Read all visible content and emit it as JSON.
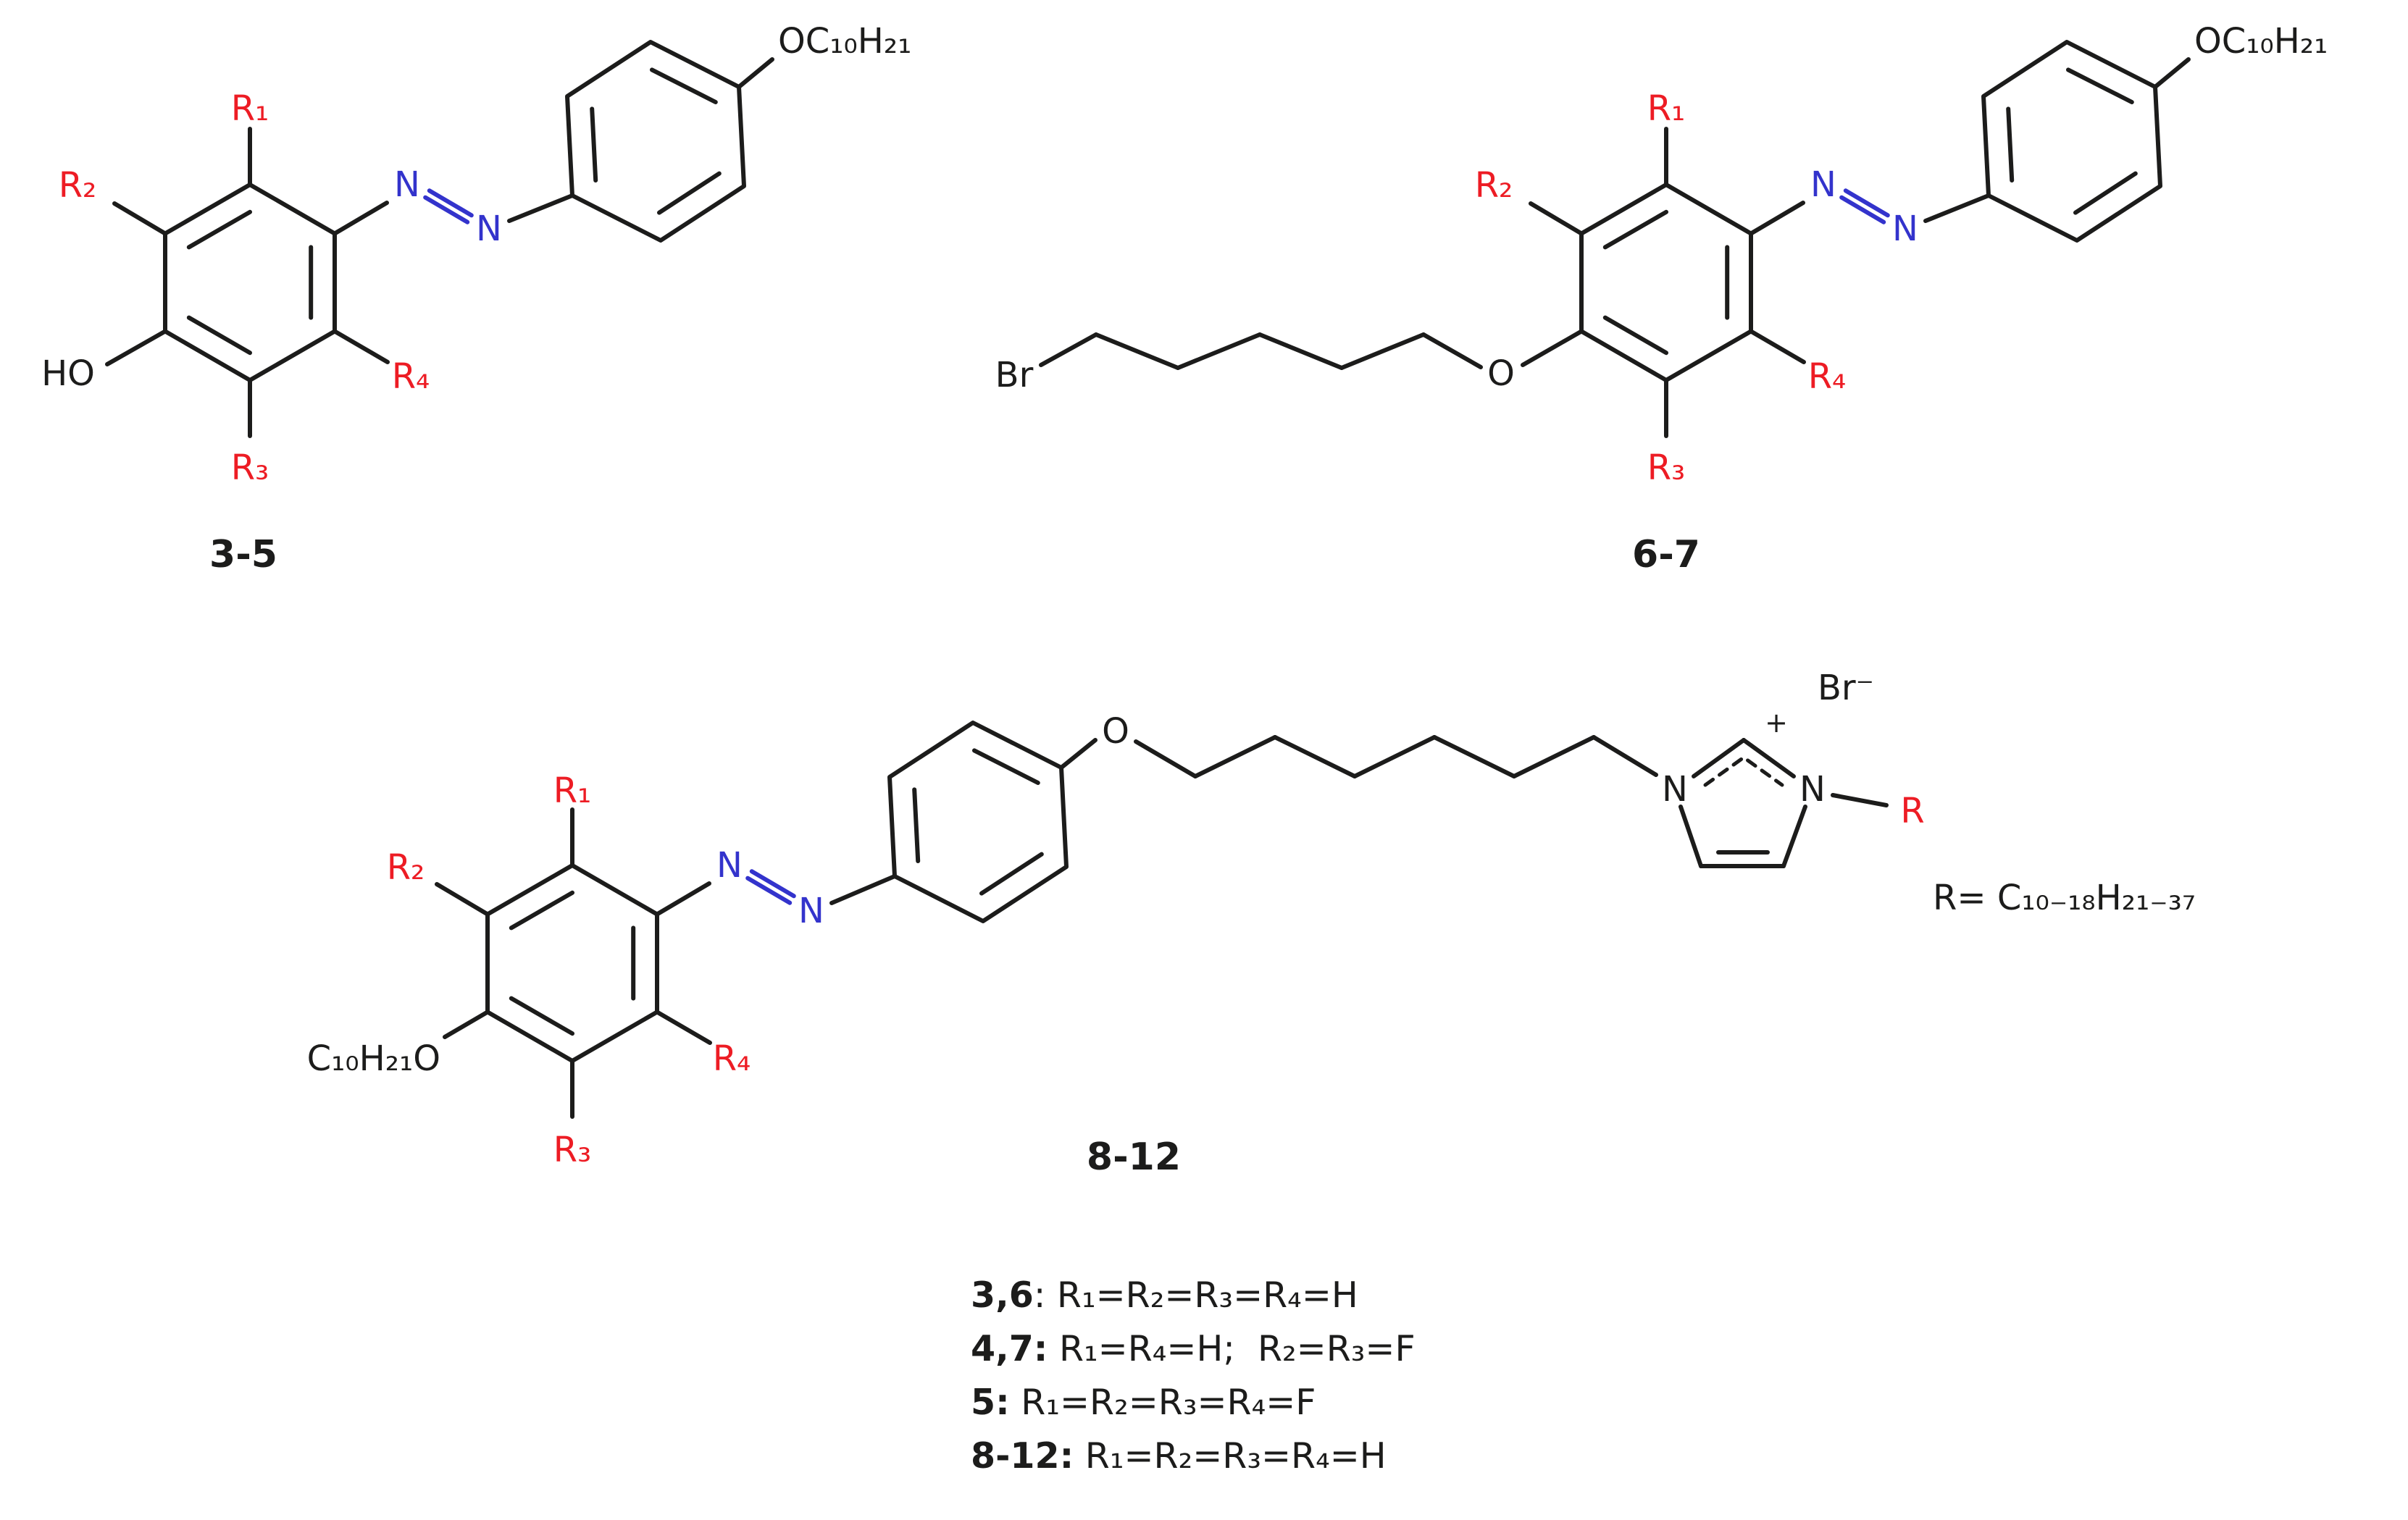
{
  "figure": {
    "colors": {
      "background": "#ffffff",
      "bond": "#1c1c1b",
      "red": "#ed1c24",
      "blue": "#3333cc"
    },
    "structure1": {
      "label": "3-5",
      "r1": "R₁",
      "r2": "R₂",
      "r3": "R₃",
      "r4": "R₄",
      "hydroxyl": "HO",
      "n1": "N",
      "n2": "N",
      "alkoxy": "OC₁₀H₂₁"
    },
    "structure2": {
      "label": "6-7",
      "r1": "R₁",
      "r2": "R₂",
      "r3": "R₃",
      "r4": "R₄",
      "bromo": "Br",
      "ether": "O",
      "n1": "N",
      "n2": "N",
      "alkoxy": "OC₁₀H₂₁"
    },
    "structure3": {
      "label": "8-12",
      "r1": "R₁",
      "r2": "R₂",
      "r3": "R₃",
      "r4": "R₄",
      "alkoxy_left": "C₁₀H₂₁O",
      "ether": "O",
      "n1": "N",
      "n2": "N",
      "imid_n_left": "N",
      "imid_n_right": "N",
      "charge": "+",
      "counterion": "Br⁻",
      "r_group": "R",
      "r_definition": "R= C₁₀₋₁₈H₂₁₋₃₇"
    },
    "legend": [
      {
        "prefix": "3,6",
        "text": ": R₁=R₂=R₃=R₄=H"
      },
      {
        "prefix": "4,7:",
        "text": " R₁=R₄=H;  R₂=R₃=F"
      },
      {
        "prefix": "5:",
        "text": " R₁=R₂=R₃=R₄=F"
      },
      {
        "prefix": "8-12:",
        "text": " R₁=R₂=R₃=R₄=H"
      }
    ]
  }
}
